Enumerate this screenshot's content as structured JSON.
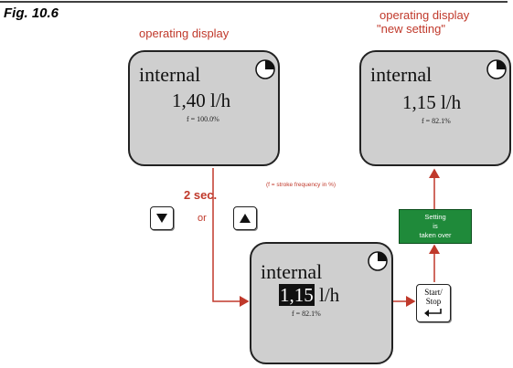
{
  "figure": {
    "label": "Fig. 10.6"
  },
  "captions": {
    "operating_display": "operating display",
    "new_setting_line1": "operating display",
    "new_setting_line2": "\"new setting\"",
    "stroke_note": "(f = stroke frequency in %)",
    "two_sec": "2 sec.",
    "or": "or"
  },
  "panels": {
    "top_left": {
      "mode": "internal",
      "value": "1,40 l/h",
      "freq": "f = 100.0%"
    },
    "top_right": {
      "mode": "internal",
      "value": "1,15 l/h",
      "freq": "f =  82.1%"
    },
    "bottom": {
      "mode": "internal",
      "value_highlight": "1,15",
      "value_unit": "l/h",
      "freq": "f =  82.1%"
    }
  },
  "buttons": {
    "down_icon": "triangle-down-icon",
    "up_icon": "triangle-up-icon",
    "start_stop_line1": "Start/",
    "start_stop_line2": "Stop",
    "start_stop_icon": "enter-return-icon"
  },
  "confirmation": {
    "line1": "Setting",
    "line2": "is",
    "line3": "taken over"
  },
  "colors": {
    "caption_red": "#c0392b",
    "panel_gray": "#cfcfcf",
    "confirm_green": "#1f8a3a"
  }
}
